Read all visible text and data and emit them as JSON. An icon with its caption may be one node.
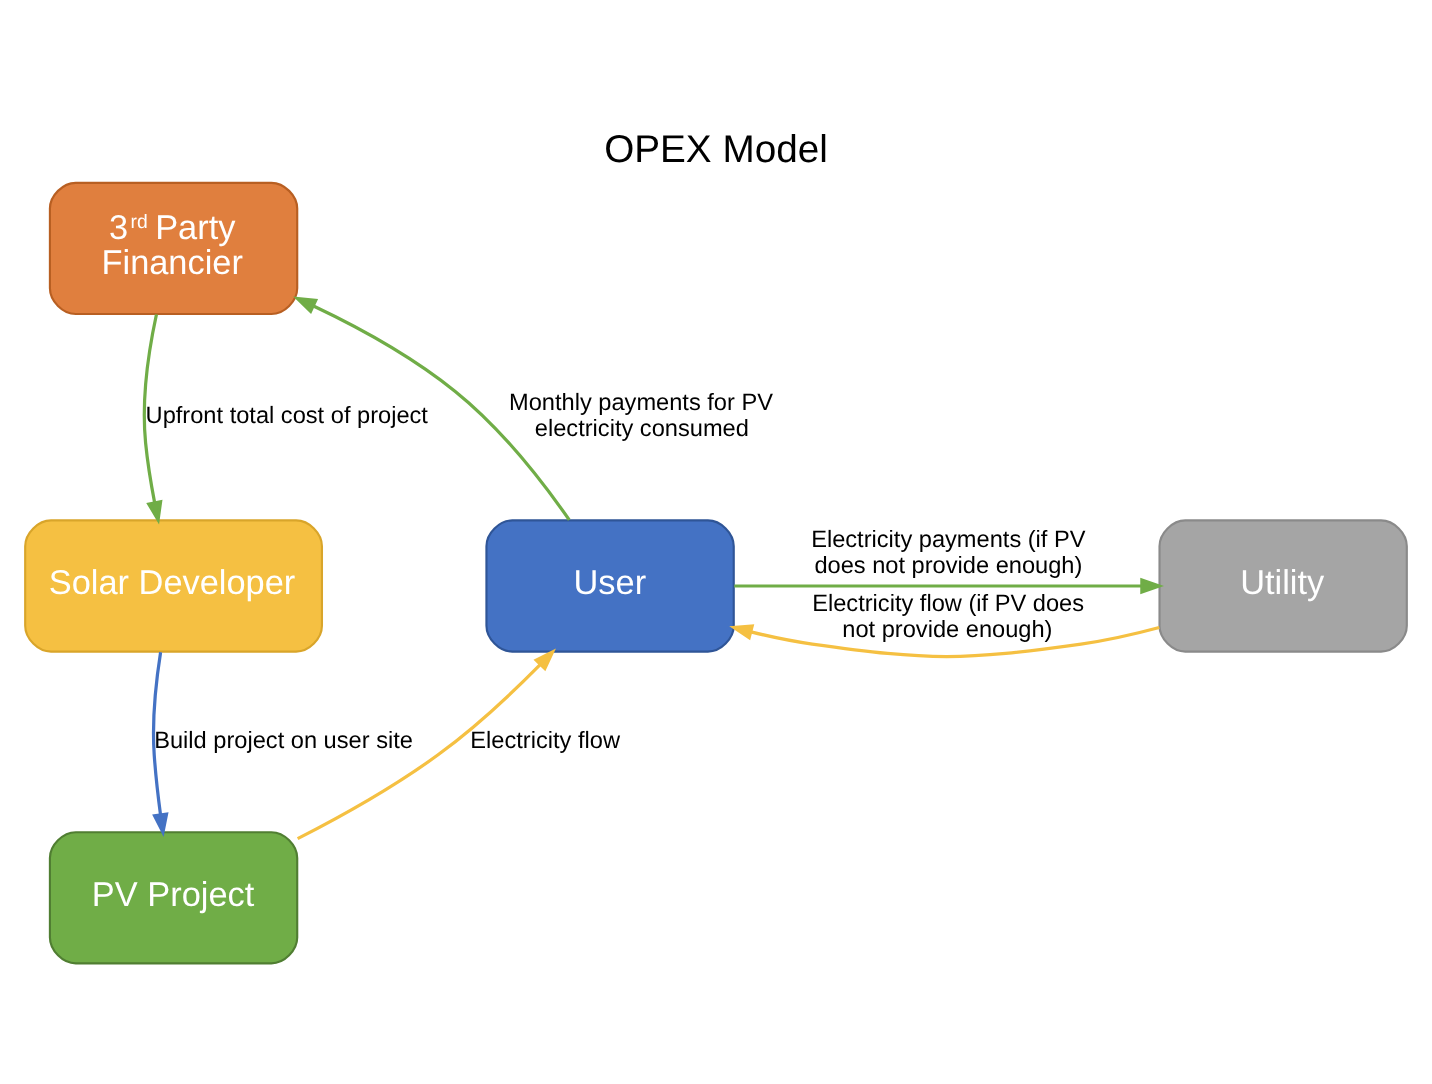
{
  "diagram": {
    "title": "OPEX Model",
    "nodes": [
      {
        "text": [
          "3$^{rd}$ Party Financier"
        ]
      },
      {
        "text": [
          "Solar Developer"
        ]
      },
      {
        "text": [
          "User"
        ]
      },
      {
        "text": [
          "Utility"
        ]
      },
      {
        "text": [
          "PV Project"
        ]
      }
    ],
    "edges": [
      {
        "from": 0,
        "to": 1,
        "arrow": "to",
        "label": "Upfront total cost of project"
      },
      {
        "from": 2,
        "to": 0,
        "arrow": "to",
        "label": "Monthly payments for PV electricity consumed"
      },
      {
        "from": 2,
        "to": 3,
        "arrow": "to",
        "label": "Electricity payments (if PV does not provide enough)"
      },
      {
        "from": 3,
        "to": 2,
        "arrow": "to",
        "label": "Electricity flow (if PV does not provide enough)",
        "color": "#f5c042"
      },
      {
        "from": 1,
        "to": 4,
        "arrow": "to",
        "label": "Build project on user site",
        "color": "#4472c4"
      },
      {
        "from": 4,
        "to": 2,
        "arrow": "to",
        "label": "Electricity flow",
        "color": "#f5c042"
      }
    ]
  }
}
